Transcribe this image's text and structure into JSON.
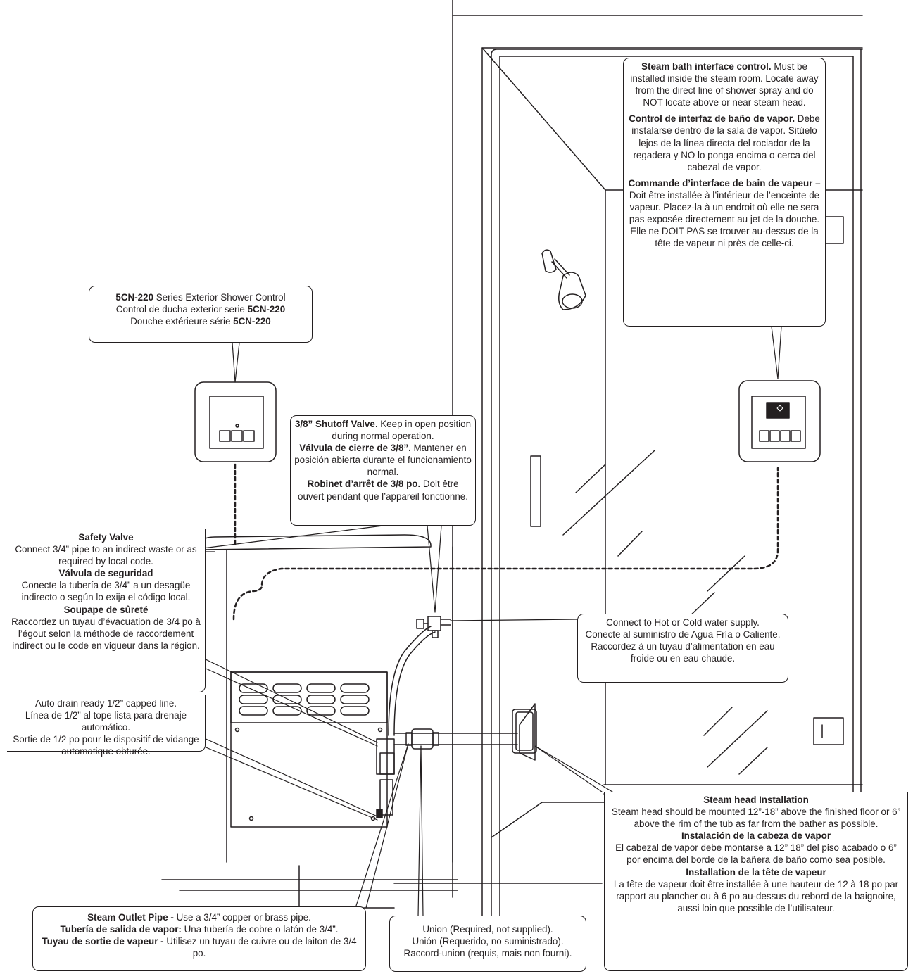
{
  "interface_control": {
    "en_bold": "Steam bath interface control.",
    "en_text": " Must be installed inside the steam room. Locate away from the direct line of shower spray and do NOT locate above or near steam head.",
    "es_bold": "Control de interfaz de baño de vapor.",
    "es_text": " Debe instalarse dentro de la sala de vapor. Sitúelo lejos de la línea directa del rociador de la regadera y NO lo ponga encima o cerca del cabezal de vapor.",
    "fr_bold": "Commande d’interface de bain de vapeur –",
    "fr_text": " Doit être installée à l’intérieur de l’enceinte de vapeur. Placez-la à un endroit où elle ne sera pas exposée directement au jet de la douche. Elle ne DOIT PAS se trouver au-dessus de la tête de vapeur ni près de celle-ci."
  },
  "exterior_control": {
    "model": "5CN-220",
    "en_text": " Series Exterior Shower Control",
    "es_text": "Control de ducha exterior serie ",
    "fr_text": "Douche extérieure série "
  },
  "shutoff_valve": {
    "en_bold": "3/8” Shutoff Valve",
    "en_text": ". Keep in open position during normal operation.",
    "es_bold": "Válvula de cierre de 3/8”.",
    "es_text": " Mantener en posición abierta durante el funcionamiento normal.",
    "fr_bold": "Robinet d’arrêt de 3/8 po.",
    "fr_text": " Doit être ouvert pendant que l’appareil fonctionne."
  },
  "safety_valve": {
    "en_title": "Safety Valve",
    "en_text": "Connect 3/4” pipe to an indirect waste or as required by local code.",
    "es_title": "Válvula de seguridad",
    "es_text": "Conecte la tubería de 3/4” a un desagüe indirecto o según lo exija el código local.",
    "fr_title": "Soupape de sûreté",
    "fr_text": "Raccordez un tuyau d’évacuation de 3/4 po à l’égout selon la méthode de raccordement indirect ou le code en vigueur dans la région."
  },
  "water_supply": {
    "en_text": "Connect to Hot or Cold water supply.",
    "es_text": "Conecte al suministro de Agua Fría o Caliente.",
    "fr_text": "Raccordez à un tuyau d’alimentation en eau froide ou en eau chaude."
  },
  "auto_drain": {
    "en_text": "Auto drain ready 1/2” capped line.",
    "es_text": "Línea de 1/2” al tope lista para drenaje automático.",
    "fr_text": "Sortie de 1/2 po pour le dispositif de vidange automatique obturée."
  },
  "steam_head": {
    "en_title": "Steam head Installation",
    "en_text": "Steam head should be mounted 12”-18” above the finished floor or 6” above the rim of the tub as far from the bather as possible.",
    "es_title": "Instalación de la cabeza de vapor",
    "es_text": "El cabezal de vapor debe montarse a 12” 18” del piso acabado o 6” por encima del borde de la bañera de baño como sea posible.",
    "fr_title": "Installation de la tête de vapeur",
    "fr_text": "La tête de vapeur doit être installée à une hauteur de 12 à 18 po par rapport au plancher ou à 6 po au-dessus du rebord de la baignoire, aussi loin que possible de l’utilisateur."
  },
  "steam_outlet": {
    "en_bold": "Steam Outlet Pipe -",
    "en_text": " Use a 3/4” copper or brass pipe.",
    "es_bold": "Tubería de salida de vapor:",
    "es_text": " Una tubería de cobre o latón de 3/4”.",
    "fr_bold": "Tuyau de sortie de vapeur -",
    "fr_text": " Utilisez un tuyau de cuivre ou de laiton de 3/4 po."
  },
  "union": {
    "en_text": "Union (Required, not supplied).",
    "es_text": "Unión (Requerido, no suministrado).",
    "fr_text": "Raccord-union (requis, mais non fourni)."
  },
  "colors": {
    "line": "#231f20",
    "background": "#ffffff"
  }
}
